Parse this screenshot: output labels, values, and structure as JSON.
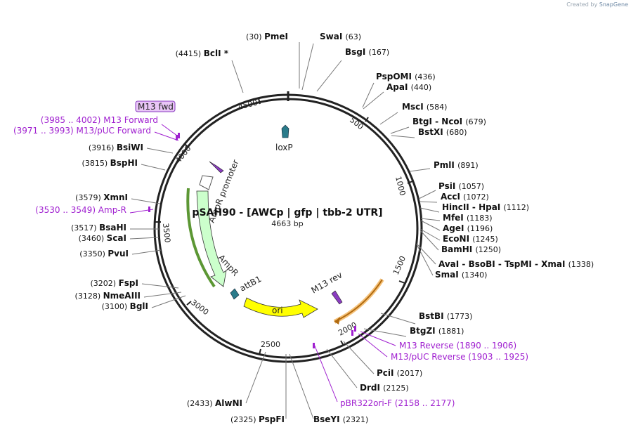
{
  "credit": {
    "prefix": "Created by",
    "brand": "SnapGene"
  },
  "plasmid": {
    "name": "pSAH90 - [AWCp | gfp | tbb-2 UTR]",
    "length": "4663 bp"
  },
  "ticks": [
    "500",
    "1000",
    "1500",
    "2000",
    "2500",
    "3000",
    "3500",
    "4000",
    "4500"
  ],
  "features": {
    "loxP": "loxP",
    "AmpR_promoter": "AmpR promoter",
    "AmpR": "AmpR",
    "attB1": "attB1",
    "ori": "ori",
    "M13_rev": "M13 rev",
    "M13_fwd": "M13 fwd"
  },
  "sites": [
    {
      "name": "PmeI",
      "pos": "(30)"
    },
    {
      "name": "SwaI",
      "pos": "(63)"
    },
    {
      "name": "BsgI",
      "pos": "(167)"
    },
    {
      "name": "PspOMI",
      "pos": "(436)"
    },
    {
      "name": "ApaI",
      "pos": "(440)"
    },
    {
      "name": "MscI",
      "pos": "(584)"
    },
    {
      "name": "BtgI  -  NcoI",
      "pos": "(679)"
    },
    {
      "name": "BstXI",
      "pos": "(680)"
    },
    {
      "name": "PmlI",
      "pos": "(891)"
    },
    {
      "name": "PsiI",
      "pos": "(1057)"
    },
    {
      "name": "AccI",
      "pos": "(1072)"
    },
    {
      "name": "HincII  -  HpaI",
      "pos": "(1112)"
    },
    {
      "name": "MfeI",
      "pos": "(1183)"
    },
    {
      "name": "AgeI",
      "pos": "(1196)"
    },
    {
      "name": "EcoNI",
      "pos": "(1245)"
    },
    {
      "name": "BamHI",
      "pos": "(1250)"
    },
    {
      "name": "AvaI  -  BsoBI  -  TspMI  -  XmaI",
      "pos": "(1338)"
    },
    {
      "name": "SmaI",
      "pos": "(1340)"
    },
    {
      "name": "BstBI",
      "pos": "(1773)"
    },
    {
      "name": "BtgZI",
      "pos": "(1881)"
    },
    {
      "name": "PciI",
      "pos": "(2017)"
    },
    {
      "name": "DrdI",
      "pos": "(2125)"
    },
    {
      "name": "BseYI",
      "pos": "(2321)"
    },
    {
      "name": "PspFI",
      "pos": "(2325)"
    },
    {
      "name": "AlwNI",
      "pos": "(2433)"
    },
    {
      "name": "BglI",
      "pos": "(3100)"
    },
    {
      "name": "NmeAIII",
      "pos": "(3128)"
    },
    {
      "name": "FspI",
      "pos": "(3202)"
    },
    {
      "name": "PvuI",
      "pos": "(3350)"
    },
    {
      "name": "ScaI",
      "pos": "(3460)"
    },
    {
      "name": "BsaHI",
      "pos": "(3517)"
    },
    {
      "name": "XmnI",
      "pos": "(3579)"
    },
    {
      "name": "BspHI",
      "pos": "(3815)"
    },
    {
      "name": "BsiWI",
      "pos": "(3916)"
    },
    {
      "name": "BclI *",
      "pos": "(4415)"
    }
  ],
  "primers": [
    {
      "name": "M13 Reverse",
      "pos": "(1890 .. 1906)"
    },
    {
      "name": "M13/pUC Reverse",
      "pos": "(1903 .. 1925)"
    },
    {
      "name": "pBR322ori-F",
      "pos": "(2158 .. 2177)"
    },
    {
      "name": "Amp-R",
      "pos": "(3530 .. 3549)"
    },
    {
      "name": "M13/pUC Forward",
      "pos": "(3971 .. 3993)"
    },
    {
      "name": "M13 Forward",
      "pos": "(3985 .. 4002)"
    }
  ],
  "colors": {
    "primer": "#a020d0",
    "ori": "#ffff00",
    "ampr": "#ccffcc",
    "ampr_glow": "#7fbf3f",
    "gfp_glow": "#e8a23c",
    "loxp": "#2a7b8a",
    "m13": "#8a3cc0"
  }
}
